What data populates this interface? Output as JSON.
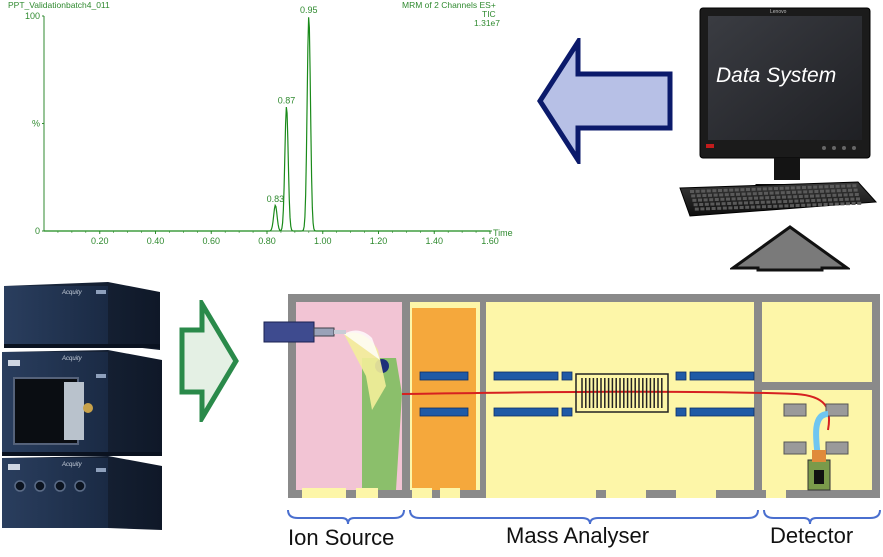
{
  "chart": {
    "header_left": "PPT_Validationbatch4_011",
    "header_right_line1": "MRM of 2 Channels ES+",
    "header_right_line2": "TIC",
    "header_right_line3": "1.31e7"
  },
  "chart_data": {
    "type": "line",
    "title": "",
    "xlabel": "Time",
    "ylabel": "",
    "xlim": [
      0.0,
      1.6
    ],
    "ylim": [
      0,
      100
    ],
    "x_ticks": [
      "0.20",
      "0.40",
      "0.60",
      "0.80",
      "1.00",
      "1.20",
      "1.40",
      "1.60"
    ],
    "y_ticks": [
      "0",
      "%",
      "100"
    ],
    "peaks": [
      {
        "x": 0.83,
        "y": 12,
        "label": "0.83"
      },
      {
        "x": 0.87,
        "y": 58,
        "label": "0.87"
      },
      {
        "x": 0.95,
        "y": 100,
        "label": "0.95"
      }
    ],
    "grid": false,
    "legend": "none"
  },
  "data_system": {
    "label": "Data System",
    "brand": "Lenovo"
  },
  "lc": {
    "brand": "Acquity"
  },
  "sections": {
    "ion_source": "Ion Source",
    "mass_analyser": "Mass Analyser",
    "detector": "Detector"
  },
  "colors": {
    "arrow_left_fill": "#b7c0e6",
    "arrow_left_stroke": "#0b1a6b",
    "arrow_up_fill": "#7a7a7a",
    "arrow_up_stroke": "#111111",
    "arrow_right_fill": "#e4f0e4",
    "arrow_right_stroke": "#2a8a4a",
    "trace": "#1a8a1a",
    "ion_source_bg": "#f2c4d4",
    "mass_analyser_bg": "#fdf6a8",
    "orange_block": "#f5a83c",
    "green_cone": "#8bbf6b",
    "housing": "#8a8a8a",
    "blue_rods": "#1f5aa6",
    "beam": "#d62020",
    "bracket": "#4a6fcf"
  }
}
